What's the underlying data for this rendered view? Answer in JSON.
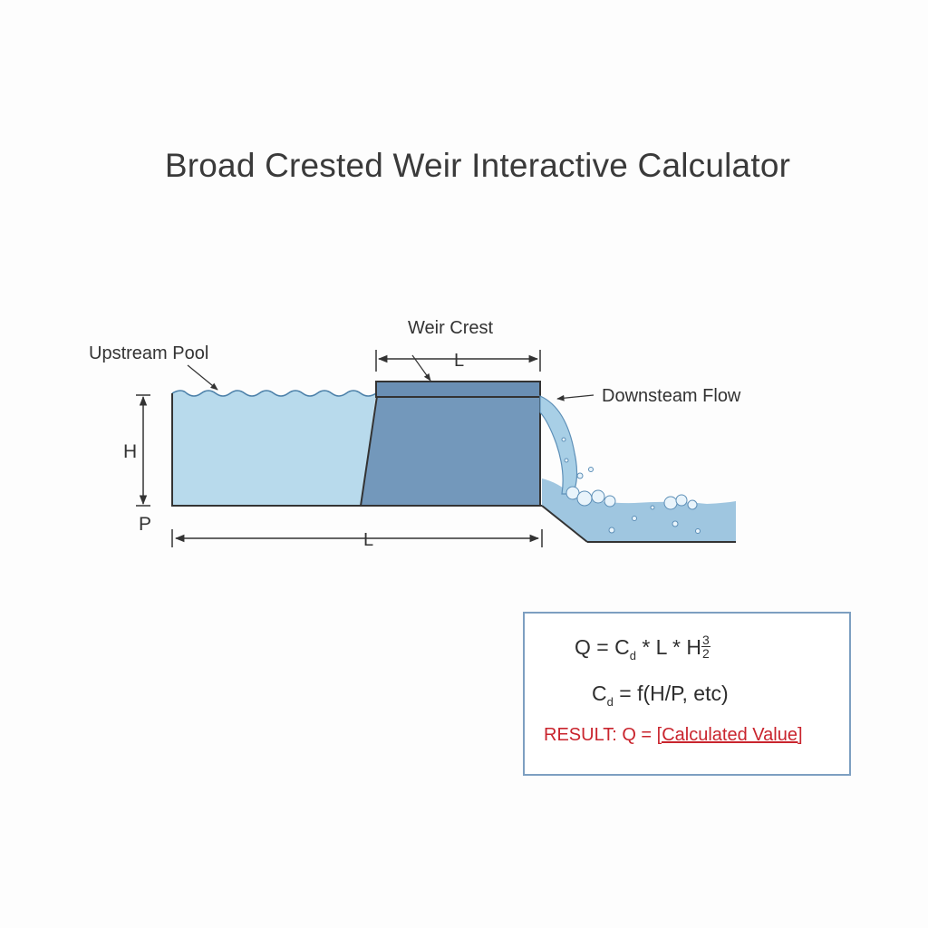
{
  "title": "Broad Crested Weir Interactive Calculator",
  "labels": {
    "upstream_pool": "Upstream Pool",
    "weir_crest": "Weir Crest",
    "downstream_flow": "Downsteam Flow",
    "crest_length": "L",
    "head": "H",
    "weir_height": "P",
    "channel_length": "L"
  },
  "formula": {
    "q_lhs": "Q = C",
    "q_sub": "d",
    "q_mid": " * L * H",
    "q_exp_num": "3",
    "q_exp_den": "2",
    "cd_lhs": "C",
    "cd_sub": "d",
    "cd_rhs": " = f(H/P, etc)",
    "result_label": "RESULT: Q = ",
    "result_value": "[Calculated Value]"
  },
  "colors": {
    "water_light": "#b8daec",
    "weir_body": "#7398bb",
    "weir_cap": "#6a8fb4",
    "downstream_water": "#9fc6e0",
    "outline": "#333333",
    "result_text": "#c9242d",
    "box_border": "#7d9fc1"
  }
}
